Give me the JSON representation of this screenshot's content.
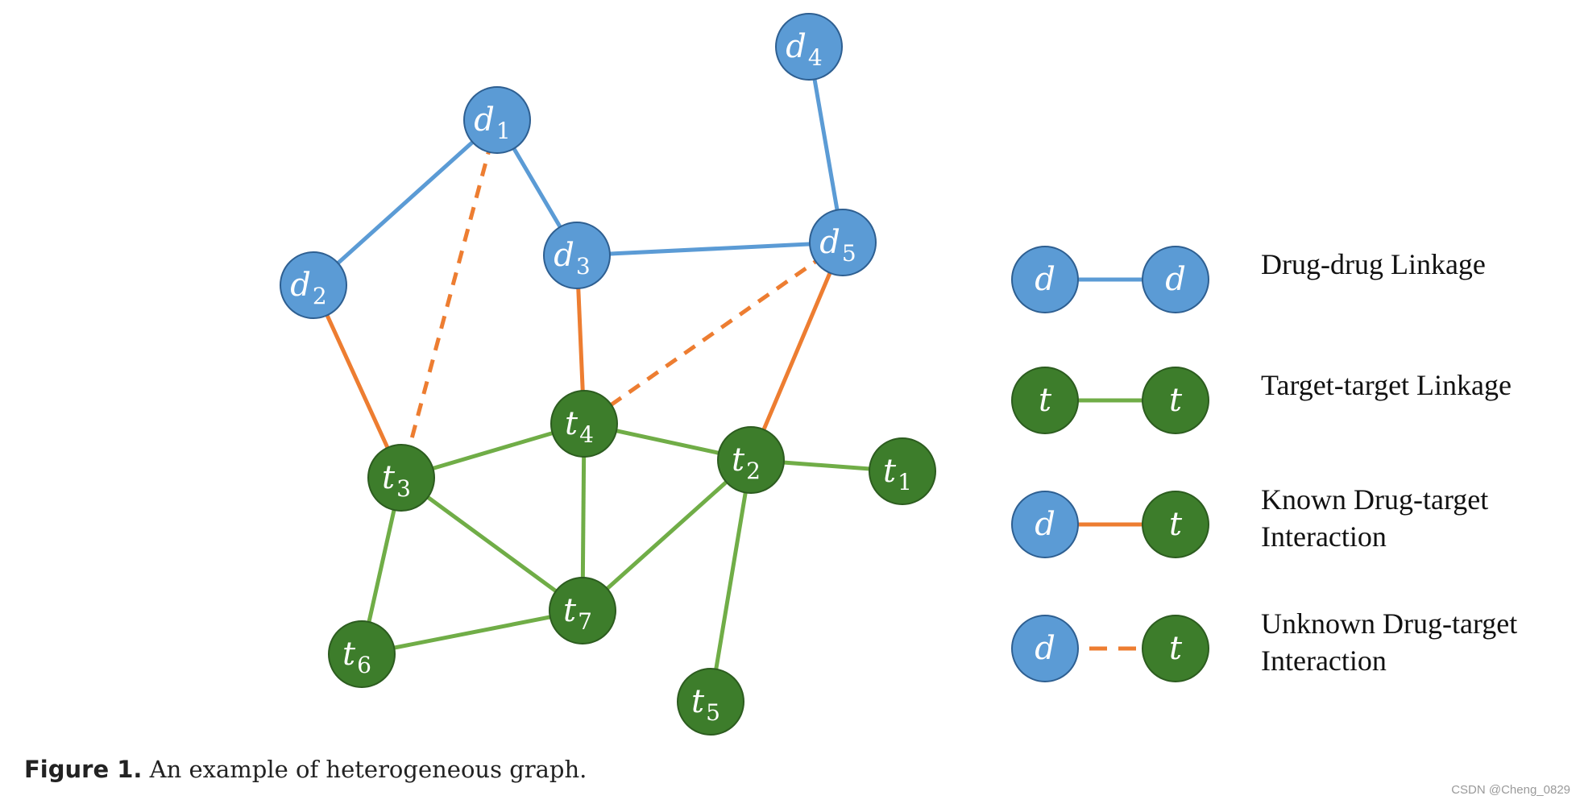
{
  "colors": {
    "drug_fill": "#5b9bd5",
    "drug_stroke": "#2e5f91",
    "target_fill": "#3d7d2b",
    "target_stroke": "#2c5c1f",
    "dd_edge": "#5b9bd5",
    "tt_edge": "#70ad47",
    "dt_edge": "#ed7d31"
  },
  "nodes": [
    {
      "id": "d1",
      "kind": "drug",
      "base": "d",
      "sub": "1"
    },
    {
      "id": "d2",
      "kind": "drug",
      "base": "d",
      "sub": "2"
    },
    {
      "id": "d3",
      "kind": "drug",
      "base": "d",
      "sub": "3"
    },
    {
      "id": "d4",
      "kind": "drug",
      "base": "d",
      "sub": "4"
    },
    {
      "id": "d5",
      "kind": "drug",
      "base": "d",
      "sub": "5"
    },
    {
      "id": "t1",
      "kind": "target",
      "base": "t",
      "sub": "1"
    },
    {
      "id": "t2",
      "kind": "target",
      "base": "t",
      "sub": "2"
    },
    {
      "id": "t3",
      "kind": "target",
      "base": "t",
      "sub": "3"
    },
    {
      "id": "t4",
      "kind": "target",
      "base": "t",
      "sub": "4"
    },
    {
      "id": "t5",
      "kind": "target",
      "base": "t",
      "sub": "5"
    },
    {
      "id": "t6",
      "kind": "target",
      "base": "t",
      "sub": "6"
    },
    {
      "id": "t7",
      "kind": "target",
      "base": "t",
      "sub": "7"
    }
  ],
  "edges": [
    {
      "from": "d1",
      "to": "d2",
      "type": "drug-drug"
    },
    {
      "from": "d1",
      "to": "d3",
      "type": "drug-drug"
    },
    {
      "from": "d3",
      "to": "d5",
      "type": "drug-drug"
    },
    {
      "from": "d4",
      "to": "d5",
      "type": "drug-drug"
    },
    {
      "from": "d2",
      "to": "t3",
      "type": "known"
    },
    {
      "from": "d3",
      "to": "t4",
      "type": "known"
    },
    {
      "from": "d5",
      "to": "t2",
      "type": "known"
    },
    {
      "from": "d1",
      "to": "t3",
      "type": "unknown"
    },
    {
      "from": "d5",
      "to": "t4",
      "type": "unknown"
    },
    {
      "from": "t3",
      "to": "t4",
      "type": "target-target"
    },
    {
      "from": "t4",
      "to": "t2",
      "type": "target-target"
    },
    {
      "from": "t2",
      "to": "t1",
      "type": "target-target"
    },
    {
      "from": "t4",
      "to": "t7",
      "type": "target-target"
    },
    {
      "from": "t3",
      "to": "t7",
      "type": "target-target"
    },
    {
      "from": "t3",
      "to": "t6",
      "type": "target-target"
    },
    {
      "from": "t6",
      "to": "t7",
      "type": "target-target"
    },
    {
      "from": "t7",
      "to": "t2",
      "type": "target-target"
    },
    {
      "from": "t2",
      "to": "t5",
      "type": "target-target"
    }
  ],
  "legend": [
    {
      "left": "d",
      "right": "d",
      "left_kind": "drug",
      "right_kind": "drug",
      "edge": "drug-drug",
      "lines": [
        "Drug-drug Linkage"
      ]
    },
    {
      "left": "t",
      "right": "t",
      "left_kind": "target",
      "right_kind": "target",
      "edge": "target-target",
      "lines": [
        "Target-target Linkage"
      ]
    },
    {
      "left": "d",
      "right": "t",
      "left_kind": "drug",
      "right_kind": "target",
      "edge": "known",
      "lines": [
        "Known Drug-target",
        "Interaction"
      ]
    },
    {
      "left": "d",
      "right": "t",
      "left_kind": "drug",
      "right_kind": "target",
      "edge": "unknown",
      "lines": [
        "Unknown Drug-target",
        "Interaction"
      ]
    }
  ],
  "caption": {
    "label": "Figure 1.",
    "text": "An example of heterogeneous graph."
  },
  "watermark": "CSDN @Cheng_0829"
}
